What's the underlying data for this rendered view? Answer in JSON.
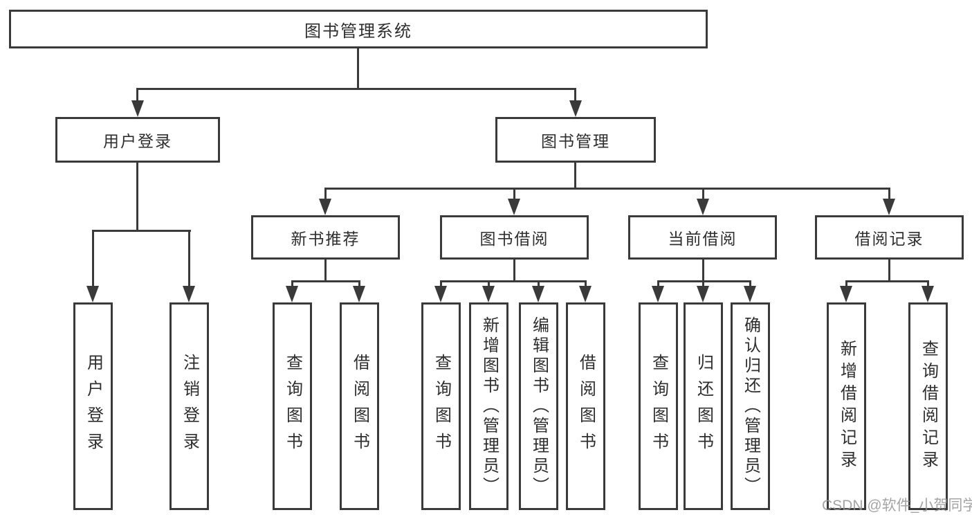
{
  "tree": {
    "root": "图书管理系统",
    "user_login": {
      "label": "用户登录",
      "children": [
        "用户登录",
        "注销登录"
      ]
    },
    "book_mgmt": {
      "label": "图书管理"
    },
    "new_books": {
      "label": "新书推荐",
      "children": [
        "查询图书",
        "借阅图书"
      ]
    },
    "borrow": {
      "label": "图书借阅",
      "children": [
        "查询图书",
        "新增图书（管理员）",
        "编辑图书（管理员）",
        "借阅图书"
      ]
    },
    "current": {
      "label": "当前借阅",
      "children": [
        "查询图书",
        "归还图书",
        "确认归还（管理员）"
      ]
    },
    "records": {
      "label": "借阅记录",
      "children": [
        "新增借阅记录",
        "查询借阅记录"
      ]
    }
  },
  "watermark": "CSDN @软件_小贺同学",
  "colors": {
    "line": "#3a3a3a",
    "text": "#2e2e2e",
    "watermark": "#949494",
    "background": "#ffffff"
  }
}
